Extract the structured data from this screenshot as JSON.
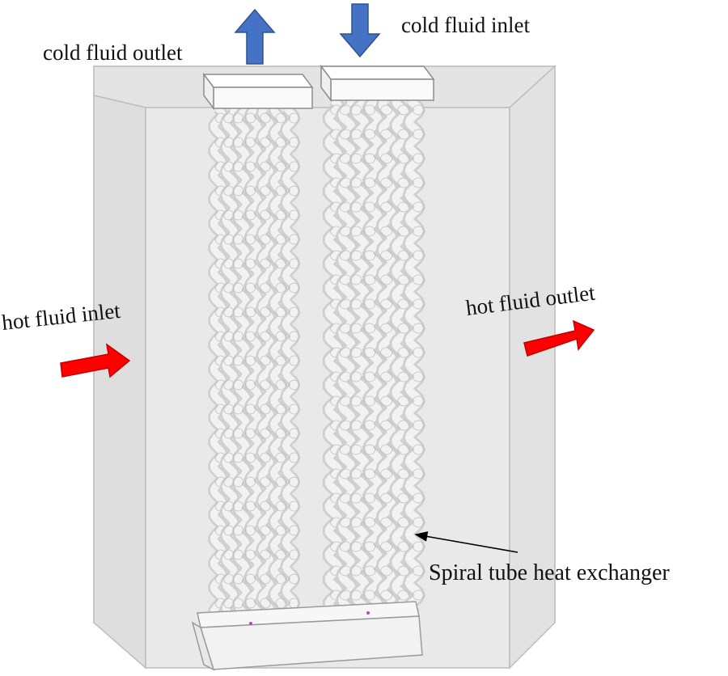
{
  "labels": {
    "cold_fluid_outlet": "cold fluid outlet",
    "cold_fluid_inlet": "cold fluid inlet",
    "hot_fluid_inlet": "hot fluid inlet",
    "hot_fluid_outlet": "hot fluid outlet",
    "spiral_tube_heat_exchanger": "Spiral tube heat exchanger"
  },
  "colors": {
    "cold_arrow": "#4472c4",
    "cold_arrow_stroke": "#2f528f",
    "hot_arrow": "#ff0000",
    "hot_arrow_stroke": "#c00000",
    "shell_fill": "#e6e6e6",
    "shell_stroke": "#b4b4b4",
    "tube": "#f2f2f2",
    "tube_shade": "#cfcfcf"
  },
  "icons": {
    "cold_outlet_arrow": "arrow-up-icon",
    "cold_inlet_arrow": "arrow-down-icon",
    "hot_inlet_arrow": "arrow-right-icon",
    "hot_outlet_arrow": "arrow-right-icon",
    "leader_arrow": "arrow-left-icon"
  }
}
